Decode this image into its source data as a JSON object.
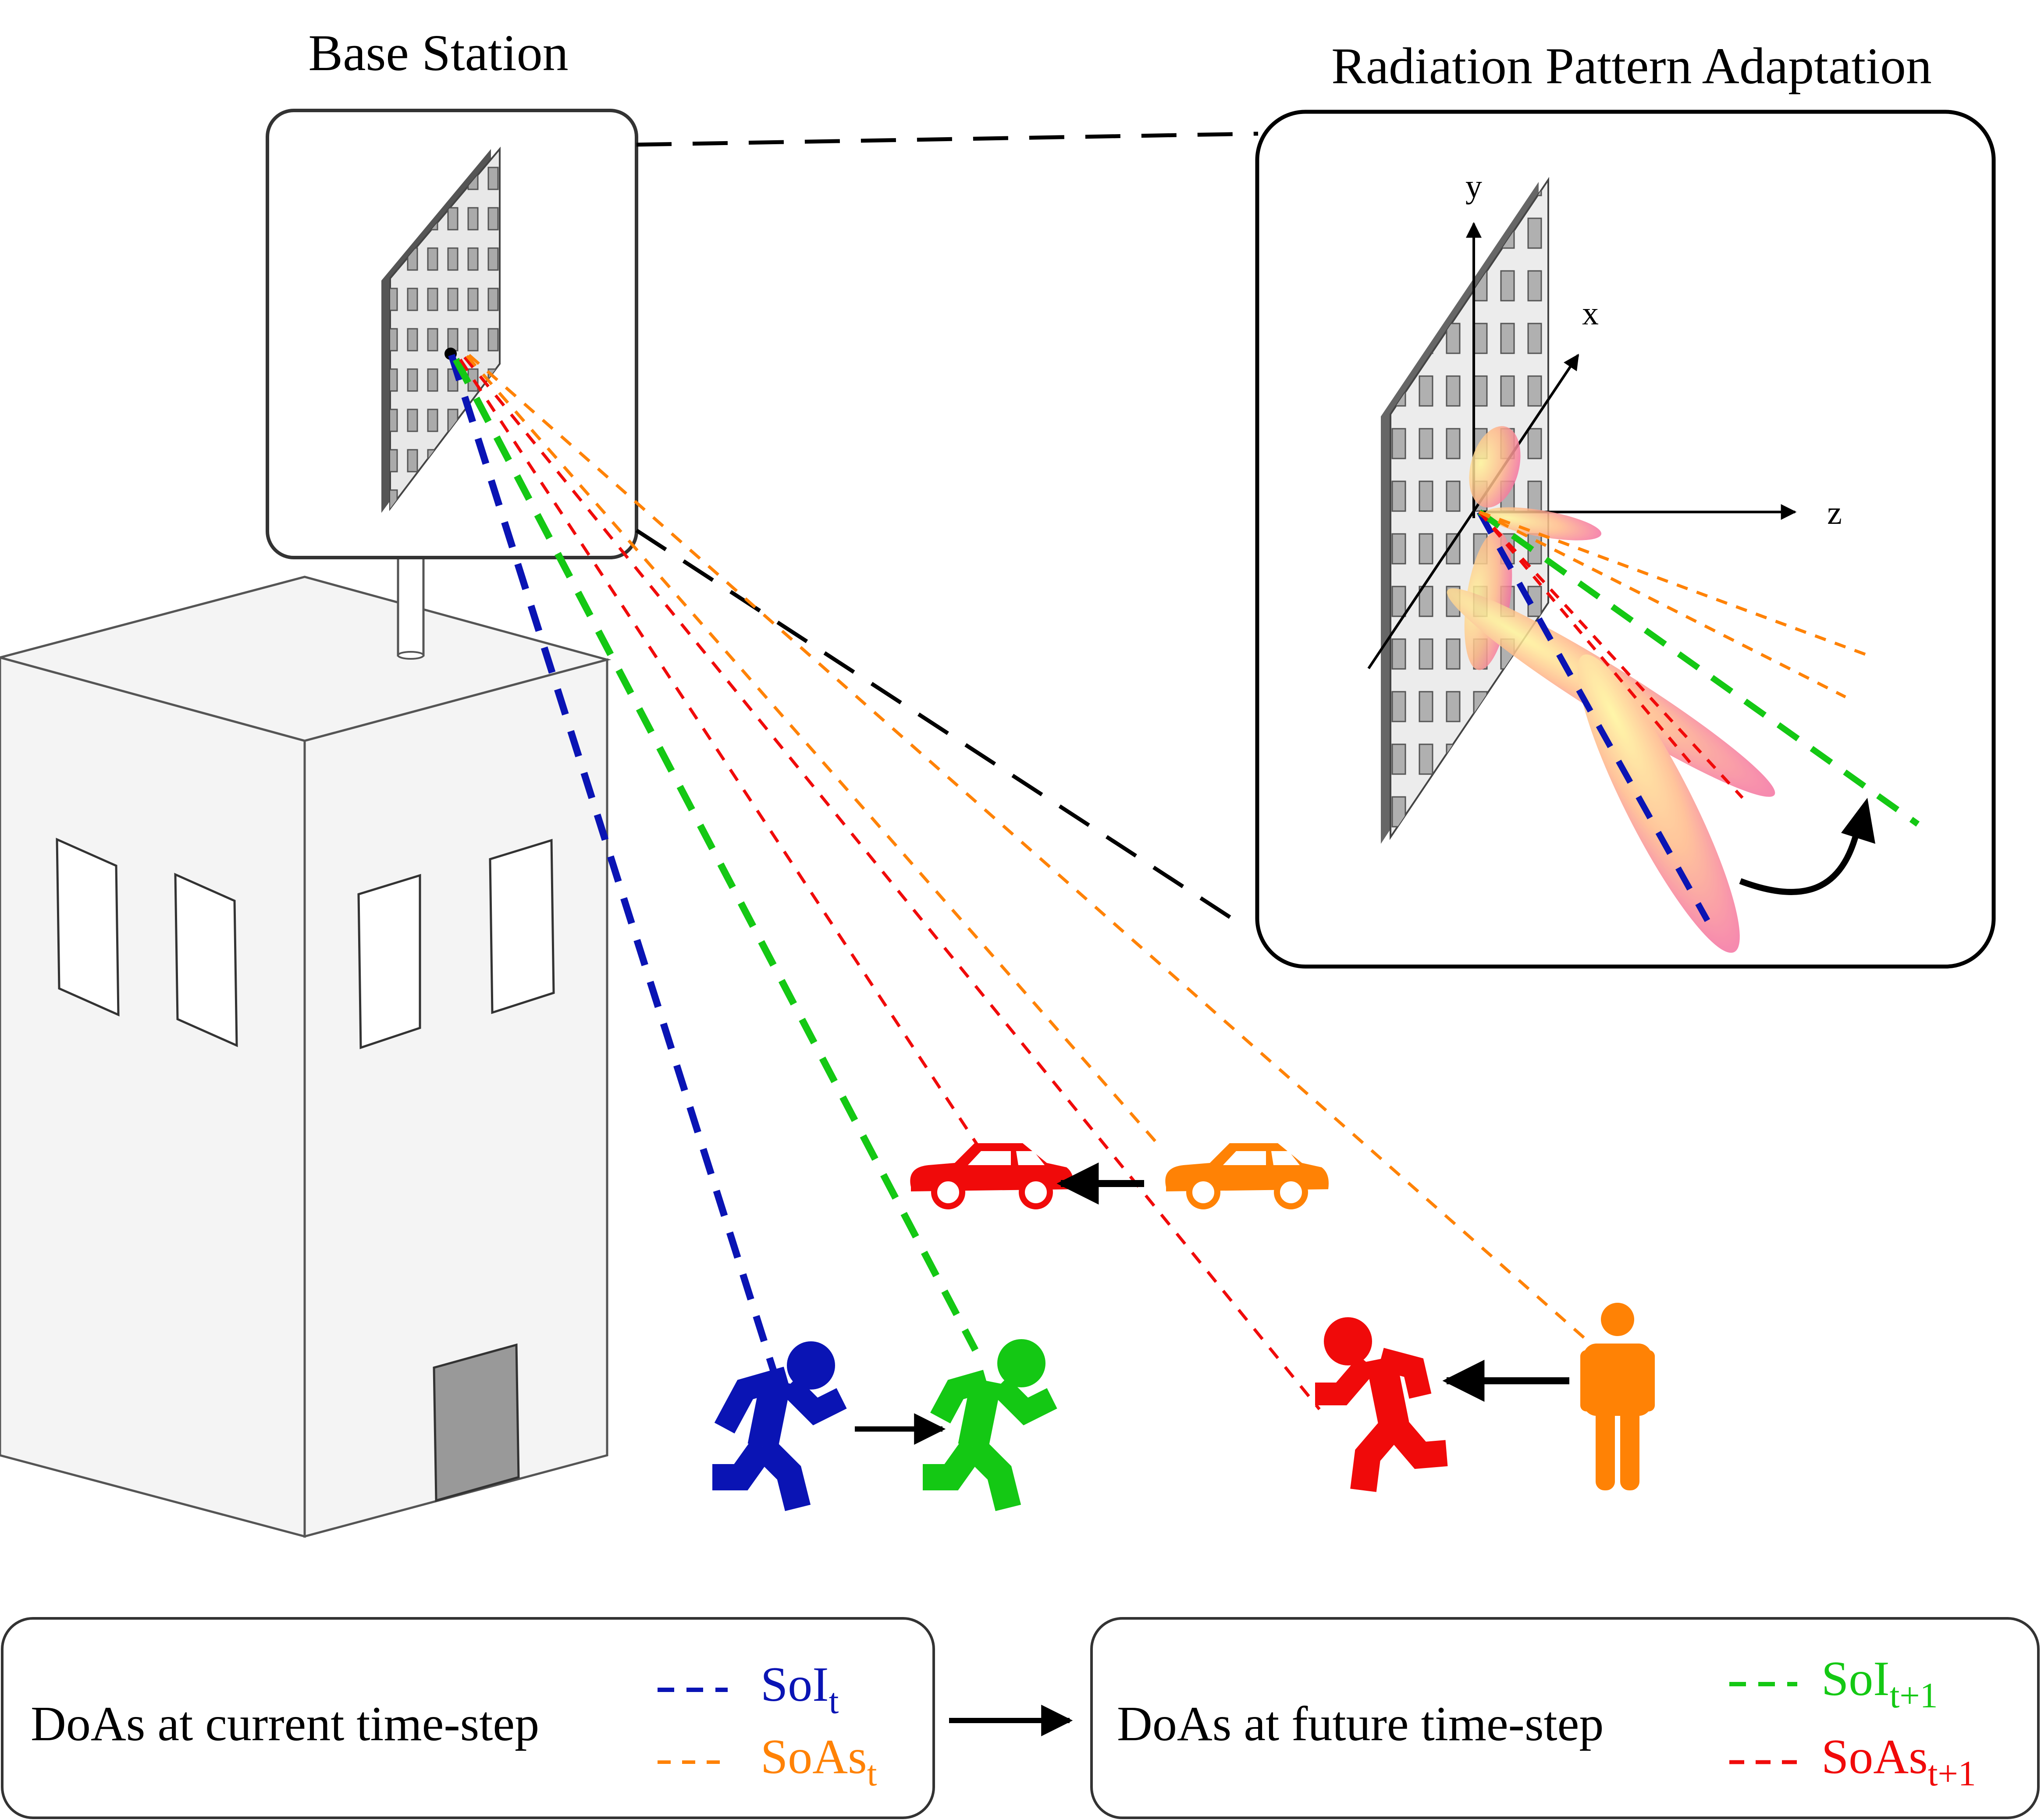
{
  "titles": {
    "base_station": "Base Station",
    "radiation": "Radiation Pattern Adaptation"
  },
  "axes": {
    "x": "x",
    "y": "y",
    "z": "z"
  },
  "legend_current": {
    "text": "DoAs at current time-step",
    "soi_main": "SoI",
    "soi_sub": "t",
    "soas_main": "SoAs",
    "soas_sub": "t"
  },
  "legend_future": {
    "text": "DoAs at future time-step",
    "soi_main": "SoI",
    "soi_sub": "t+1",
    "soas_main": "SoAs",
    "soas_sub": "t+1"
  },
  "colors": {
    "soi_current": "#0A14B4",
    "soi_future": "#14C814",
    "soas_current": "#FF8205",
    "soas_future": "#F00A0A",
    "building_face": "#F4F4F4",
    "door": "#999999"
  },
  "icons": [
    "antenna-array-icon",
    "building-icon",
    "runner-icon",
    "car-icon",
    "standing-person-icon",
    "arrow-icon"
  ]
}
